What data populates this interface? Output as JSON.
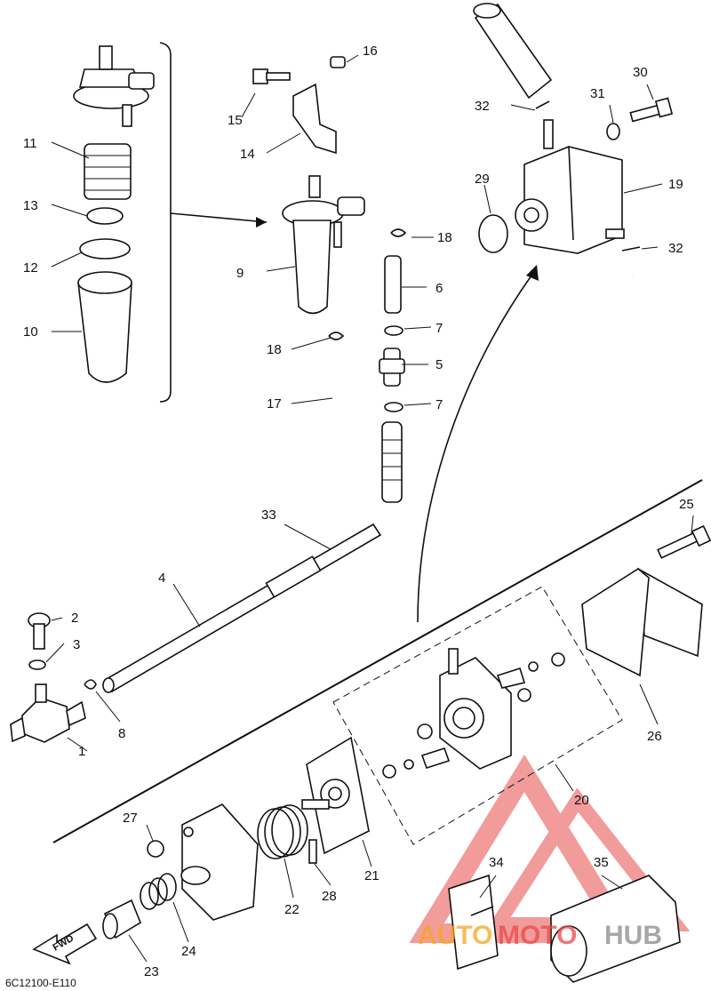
{
  "labels": [
    "1",
    "2",
    "3",
    "4",
    "5",
    "6",
    "7",
    "7",
    "8",
    "9",
    "10",
    "11",
    "12",
    "13",
    "14",
    "15",
    "16",
    "17",
    "18",
    "18",
    "19",
    "20",
    "21",
    "22",
    "23",
    "24",
    "25",
    "26",
    "27",
    "28",
    "29",
    "30",
    "31",
    "32",
    "32",
    "33",
    "34",
    "35"
  ],
  "fwd_label": "FWD",
  "diagram_code": "6C12100-E110",
  "watermark": {
    "text_a": "AUTO",
    "text_b": "MOTO",
    "text_c": "HUB",
    "color_orange": "#f5a623",
    "color_red": "#e84a4a",
    "color_gray": "#8a8a8a"
  },
  "colors": {
    "line": "#111111",
    "background": "#ffffff"
  }
}
